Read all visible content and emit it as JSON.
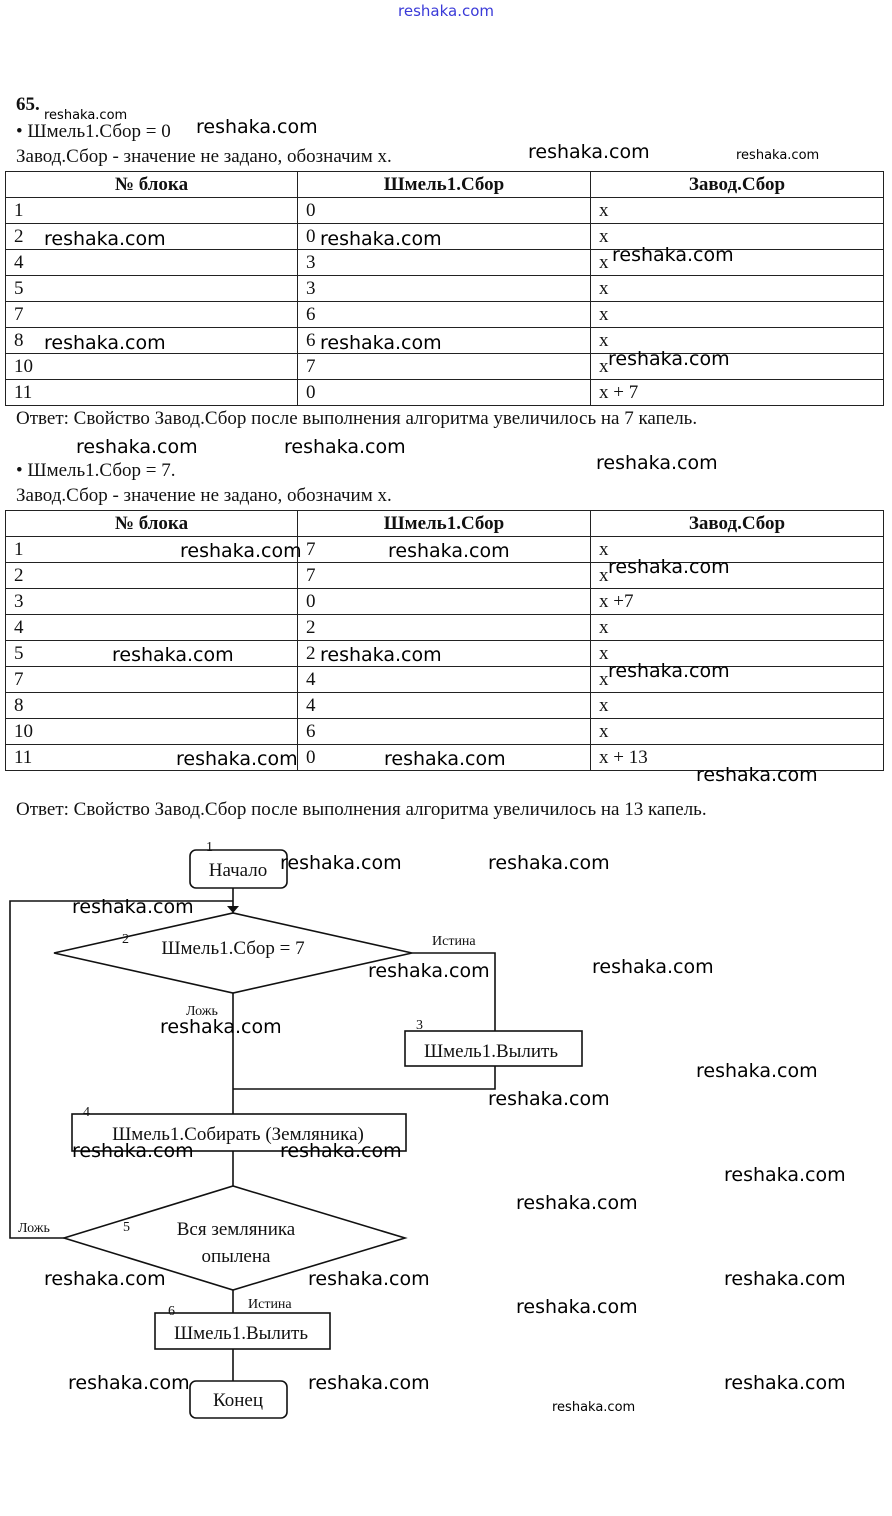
{
  "site_top": "reshaka.com",
  "task_number": "65.",
  "case1": {
    "bullet": "• Шмель1.Сбор = 0",
    "note": "Завод.Сбор - значение не задано, обозначим x.",
    "headers": [
      "№ блока",
      "Шмель1.Сбор",
      "Завод.Сбор"
    ],
    "rows": [
      [
        "1",
        "0",
        "x"
      ],
      [
        "2",
        "0",
        "x"
      ],
      [
        "4",
        "3",
        "x"
      ],
      [
        "5",
        "3",
        "x"
      ],
      [
        "7",
        "6",
        "x"
      ],
      [
        "8",
        "6",
        "x"
      ],
      [
        "10",
        "7",
        "x"
      ],
      [
        "11",
        "0",
        "x + 7"
      ]
    ],
    "answer": "Ответ: Свойство Завод.Сбор после выполнения алгоритма увеличилось на 7 капель."
  },
  "case2": {
    "bullet": "• Шмель1.Сбор = 7.",
    "note": "Завод.Сбор - значение не задано, обозначим x.",
    "headers": [
      "№ блока",
      "Шмель1.Сбор",
      "Завод.Сбор"
    ],
    "rows": [
      [
        "1",
        "7",
        "x"
      ],
      [
        "2",
        "7",
        "x"
      ],
      [
        "3",
        "0",
        "x +7"
      ],
      [
        "4",
        "2",
        "x"
      ],
      [
        "5",
        "2",
        "x"
      ],
      [
        "7",
        "4",
        "x"
      ],
      [
        "8",
        "4",
        "x"
      ],
      [
        "10",
        "6",
        "x"
      ],
      [
        "11",
        "0",
        "x + 13"
      ]
    ],
    "answer": "Ответ: Свойство Завод.Сбор после выполнения алгоритма увеличилось на 13 капель."
  },
  "flowchart": {
    "start": "Начало",
    "cond1": "Шмель1.Сбор = 7",
    "true_label": "Истина",
    "false_label": "Ложь",
    "pour": "Шмель1.Вылить",
    "collect": "Шмель1.Собирать (Земляника)",
    "cond2_line1": "Вся земляника",
    "cond2_line2": "опылена",
    "end": "Конец",
    "nums": [
      "1",
      "2",
      "3",
      "4",
      "5",
      "6"
    ]
  },
  "watermark": "reshaka.com"
}
